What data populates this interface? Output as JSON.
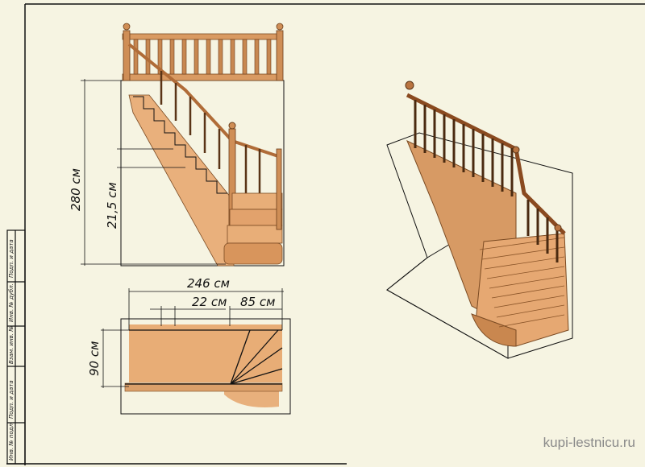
{
  "drawing": {
    "elevation": {
      "height_label": "280 см",
      "step_rise_label": "21,5 см"
    },
    "plan": {
      "length_label": "246 см",
      "step_going_label": "22 см",
      "winder_label": "85 см",
      "width_label": "90 см"
    },
    "stamp_cells": [
      "Подп. и дата",
      "Инв. № дубл.",
      "Взам. инв. №",
      "Подп. и дата",
      "Инв. № подл."
    ]
  },
  "colors": {
    "background": "#f6f4e2",
    "wood": "#e2a26c",
    "wood_dark": "#a8683a",
    "line": "#111111"
  },
  "watermark": "kupi-lestnicu.ru"
}
